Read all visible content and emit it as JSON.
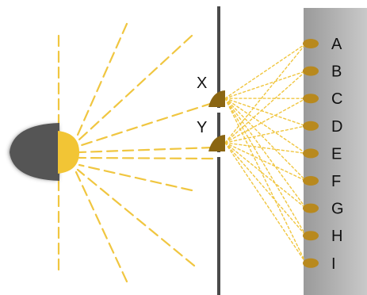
{
  "slits": [
    {
      "id": "slit-x",
      "label": "X"
    },
    {
      "id": "slit-y",
      "label": "Y"
    }
  ],
  "screen_points": [
    "A",
    "B",
    "C",
    "D",
    "E",
    "F",
    "G",
    "H",
    "I"
  ],
  "colors": {
    "light": "#f2c535",
    "light_ray": "#f0c640",
    "source_body": "#505050",
    "barrier": "#4a4a4a",
    "slit_marker": "#8a6512",
    "screen_fringe": "#b8891e",
    "screen_light": "#c9c9c9",
    "screen_dark": "#9a9a9a"
  }
}
